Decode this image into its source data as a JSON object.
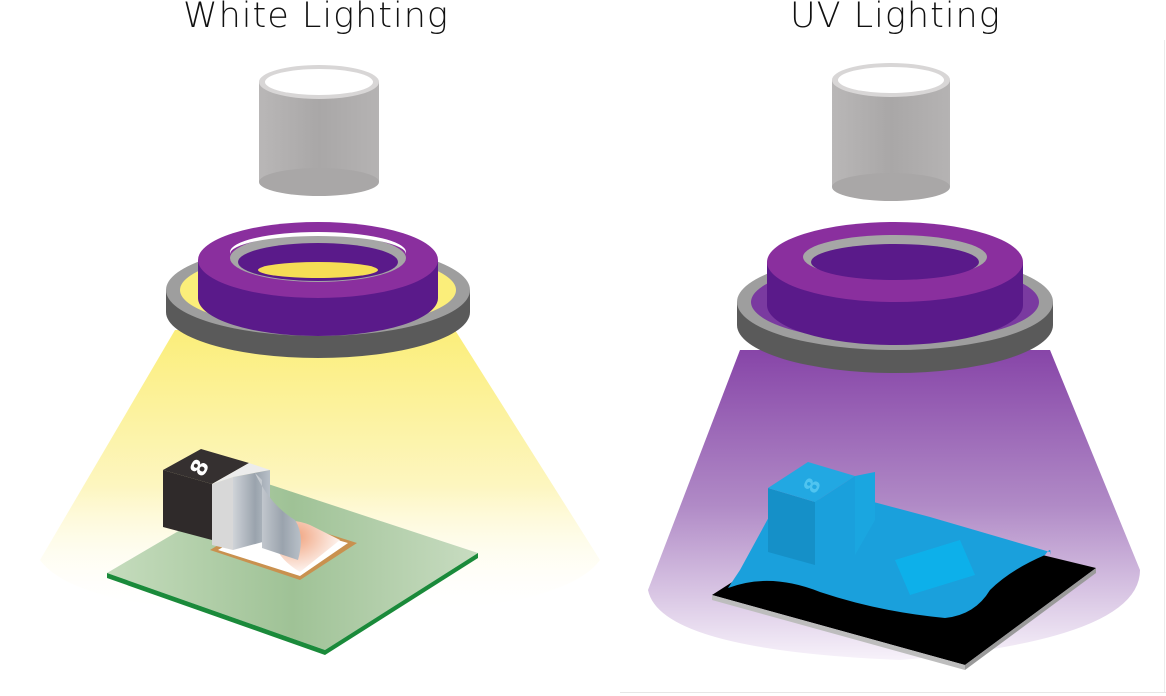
{
  "figure": {
    "panels": [
      {
        "title": "White Lighting",
        "light_color": "#fbee8a",
        "ring_color": "#7b2a96",
        "component_label": "8",
        "board_color": "#a9c9a0",
        "board_edge_color": "#1a8a3a"
      },
      {
        "title": "UV Lighting",
        "light_color": "#8f55b0",
        "ring_color": "#7b2a96",
        "component_label": "8",
        "coating_color": "#1aa7e0",
        "board_color": "#000000"
      }
    ],
    "parts": [
      "camera",
      "ring-light",
      "light-cone",
      "component",
      "circuit-board"
    ]
  }
}
